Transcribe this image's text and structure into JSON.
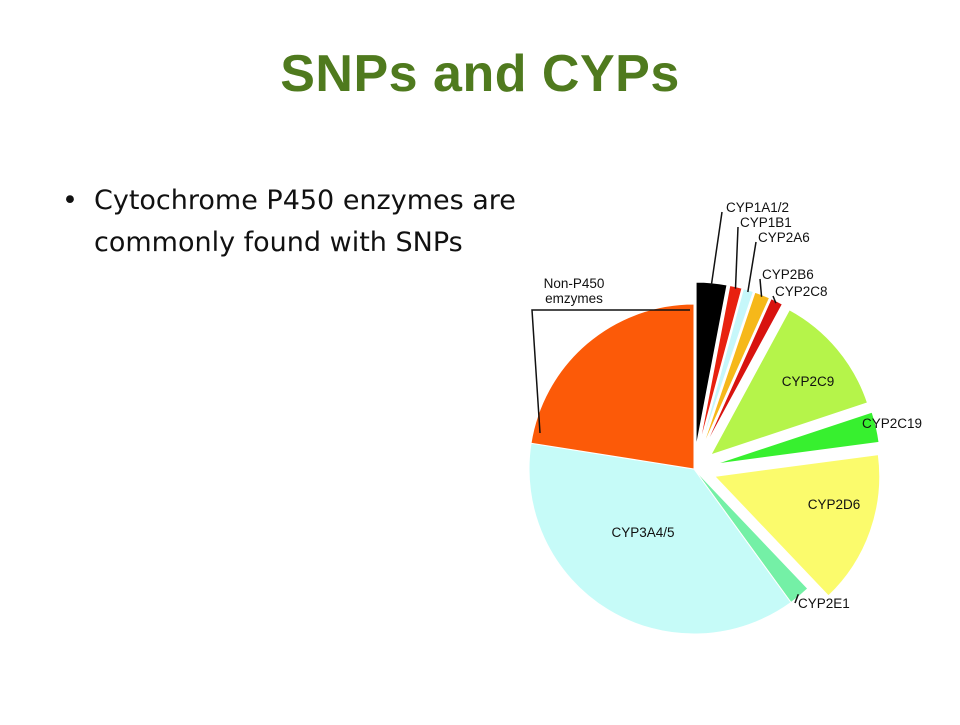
{
  "slide": {
    "title": "SNPs and CYPs",
    "bullets": [
      {
        "marker": "•",
        "text": "Cytochrome P450 enzymes are commonly found with SNPs"
      }
    ]
  },
  "chart_data": {
    "type": "pie",
    "slices": [
      {
        "label": "CYP1A1/2",
        "value": 3.0,
        "color": "#000000",
        "exploded": true
      },
      {
        "label": "CYP1B1",
        "value": 1.2,
        "color": "#e8210f",
        "exploded": true
      },
      {
        "label": "CYP2A6",
        "value": 1.0,
        "color": "#c6f7fa",
        "exploded": true
      },
      {
        "label": "CYP2B6",
        "value": 1.5,
        "color": "#f6b81a",
        "exploded": true
      },
      {
        "label": "CYP2C8",
        "value": 1.2,
        "color": "#d8130f",
        "exploded": true
      },
      {
        "label": "CYP2C9",
        "value": 12.0,
        "color": "#b5f44a",
        "exploded": true
      },
      {
        "label": "CYP2C19",
        "value": 3.0,
        "color": "#37f02f",
        "exploded": true
      },
      {
        "label": "CYP2D6",
        "value": 15.0,
        "color": "#fbfb6c",
        "exploded": true
      },
      {
        "label": "CYP2E1",
        "value": 2.1,
        "color": "#74f0a6",
        "exploded": false
      },
      {
        "label": "CYP3A4/5",
        "value": 37.5,
        "color": "#c6fbf8",
        "exploded": false
      },
      {
        "label": "Non-P450\nemzymes",
        "value": 22.5,
        "color": "#fc5a08",
        "exploded": false
      }
    ]
  }
}
